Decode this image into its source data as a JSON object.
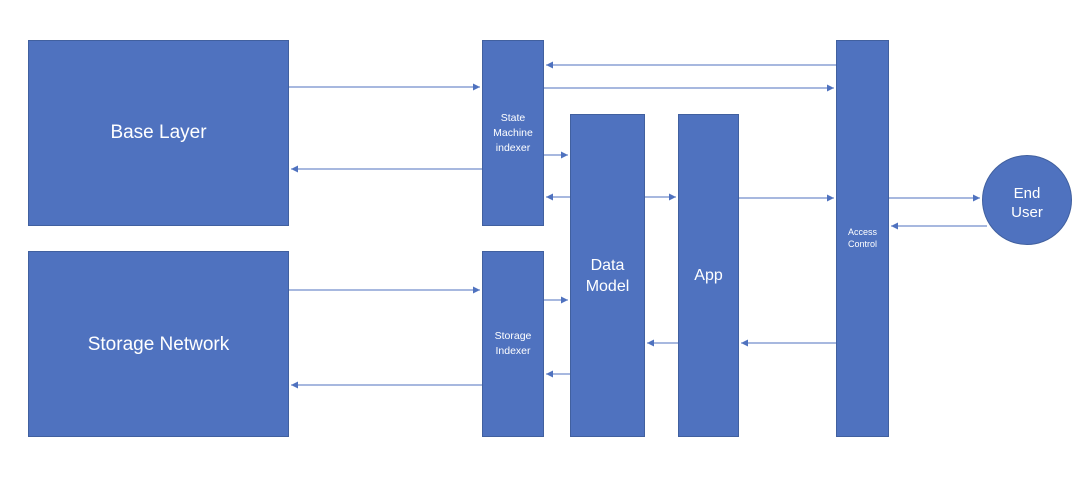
{
  "diagram": {
    "nodes": {
      "base_layer": "Base Layer",
      "storage_network": "Storage Network",
      "state_machine_indexer": "State\nMachine\nindexer",
      "storage_indexer": "Storage\nIndexer",
      "data_model": "Data\nModel",
      "app": "App",
      "access_control": "Access\nControl",
      "end_user": "End\nUser"
    },
    "colors": {
      "box_fill": "#4f72bf",
      "box_border": "#41609f",
      "arrow": "#4f72bf",
      "label_text": "#ffffff"
    }
  }
}
